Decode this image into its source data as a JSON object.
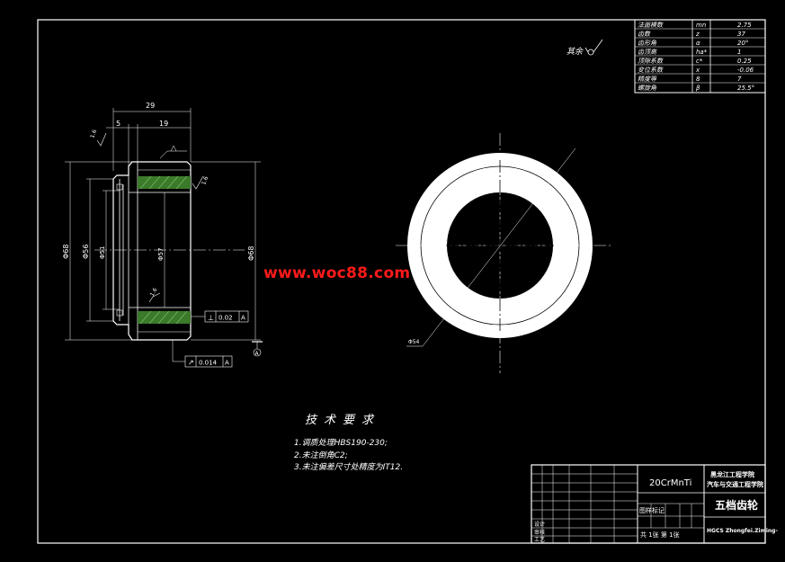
{
  "param_table": {
    "rows": [
      {
        "name": "法面模数",
        "sym": "mn",
        "val": "2.75"
      },
      {
        "name": "齿数",
        "sym": "z",
        "val": "37"
      },
      {
        "name": "齿形角",
        "sym": "α",
        "val": "20°"
      },
      {
        "name": "齿顶高",
        "sym": "ha*",
        "val": "1"
      },
      {
        "name": "顶隙系数",
        "sym": "c*",
        "val": "0.25"
      },
      {
        "name": "变位系数",
        "sym": "x",
        "val": "-0.06"
      },
      {
        "name": "精度等",
        "sym": "8",
        "val": "7"
      },
      {
        "name": "螺旋角",
        "sym": "β",
        "val": "25.5°"
      }
    ]
  },
  "surface_note": "其余",
  "dims": {
    "top_overall": "29",
    "top_small": "5",
    "top_width": "19",
    "roughness_a": "1.6",
    "roughness_b": "1.6",
    "roughness_c": "1.6",
    "dia_left_outer": "Φ68",
    "dia_left_2": "Φ56",
    "dia_left_3": "Φ51",
    "dia_bore": "Φ57",
    "dia_right": "Φ68",
    "tol_1_sym": "⊥",
    "tol_1_val": "0.02",
    "tol_1_ref": "A",
    "tol_2_sym": "↗",
    "tol_2_val": "0.014",
    "tol_2_ref": "A",
    "datum": "A",
    "ring_dia": "Φ54"
  },
  "watermark": "www.woc88.com",
  "tech_req": {
    "title": "技术要求",
    "items": [
      "1.调质处理HBS190-230;",
      "2.未注倒角C2;",
      "3.未注偏差尺寸处精度为IT12."
    ]
  },
  "title_block": {
    "material": "20CrMnTi",
    "school_1": "黑龙江工程学院",
    "school_2": "汽车与交通工程学院",
    "part_name": "五档齿轮",
    "design": "设计",
    "check": "审核",
    "approve": "工艺",
    "scale_label": "图样标记",
    "sheet": "共 1张 第 1张",
    "drawing_no": "HGCS Zhongfei.Ziming-"
  }
}
